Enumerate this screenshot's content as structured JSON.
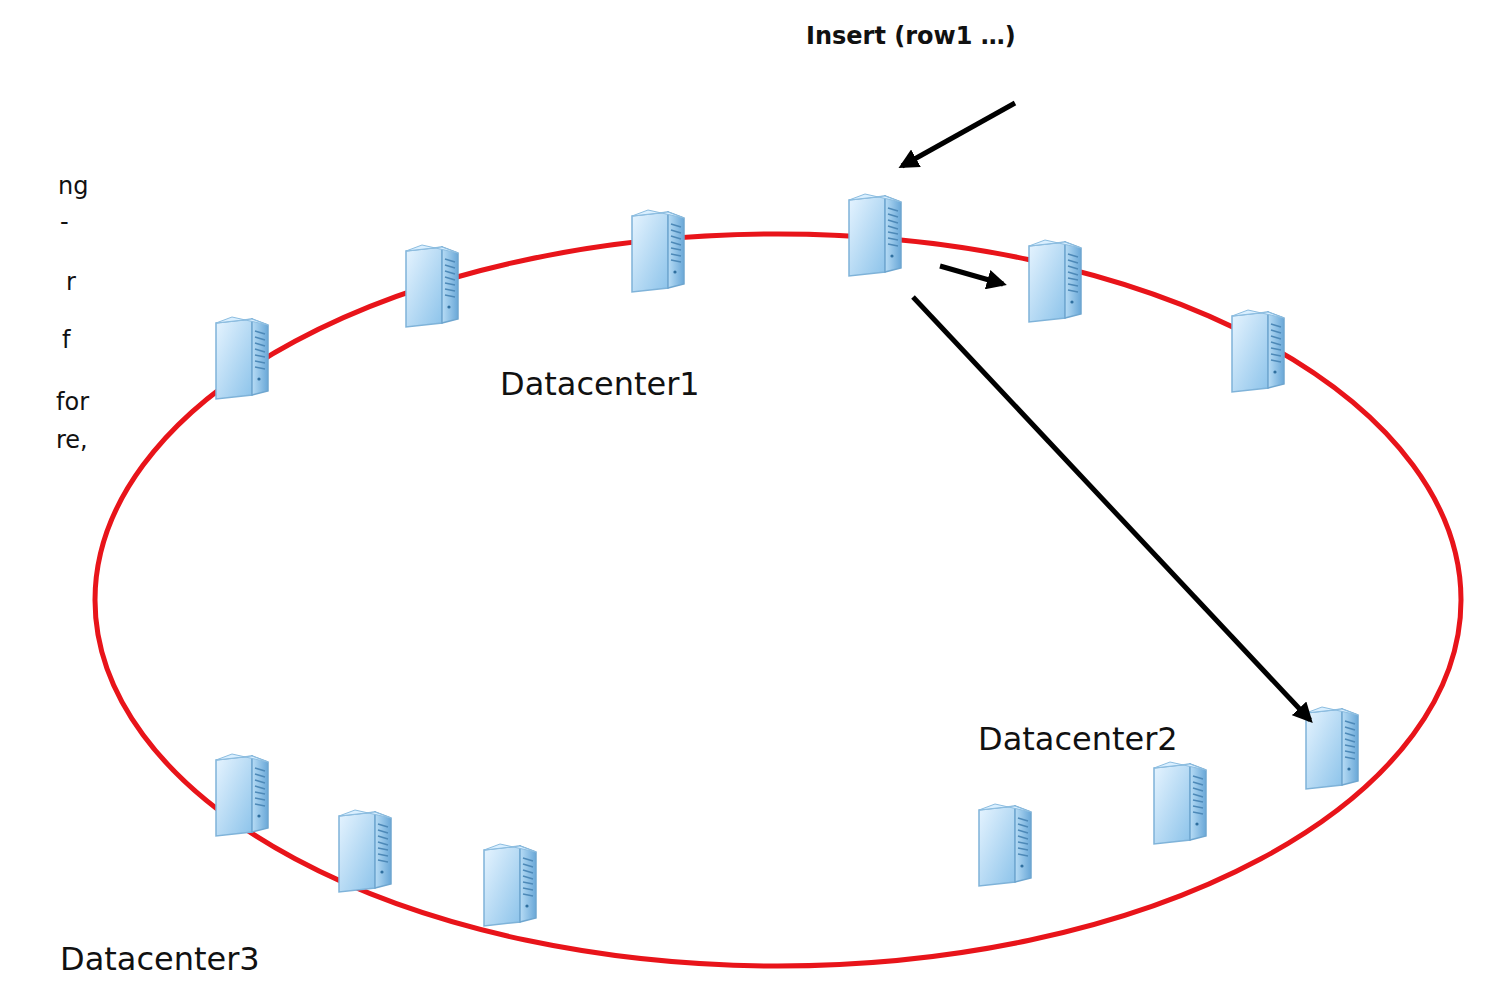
{
  "diagram": {
    "nodes": [
      {
        "text": [
          "Datacenter1"
        ]
      },
      {
        "text": [
          "Datacenter2"
        ]
      },
      {
        "text": [
          "Datacenter3"
        ]
      }
    ],
    "labels": [
      "Insert (row1 …)",
      "ng",
      "-",
      "r",
      "f",
      "for",
      "re,"
    ]
  }
}
